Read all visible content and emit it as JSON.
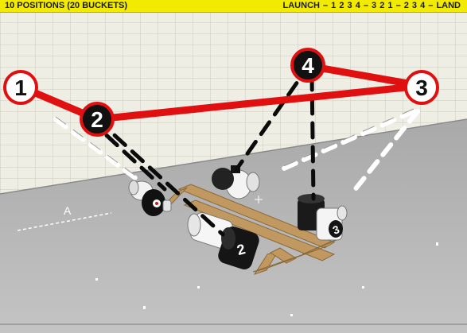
{
  "header": {
    "left_text": "10 POSITIONS (20 BUCKETS)",
    "right_text": "LAUNCH  –  1  2  3  4  –  3  2  1  –  2  3  4  – LAND"
  },
  "markers": [
    {
      "label": "1",
      "style": "outline"
    },
    {
      "label": "2",
      "style": "filled"
    },
    {
      "label": "3",
      "style": "outline"
    },
    {
      "label": "4",
      "style": "filled"
    }
  ],
  "floor_label": "A",
  "bucket_labels": [
    "2",
    "3"
  ],
  "colors": {
    "header_bg": "#f2ea00",
    "route": "#e01010",
    "wall": "#eeeee4",
    "floor": "#b7b7b7",
    "frame": "#b08650"
  }
}
